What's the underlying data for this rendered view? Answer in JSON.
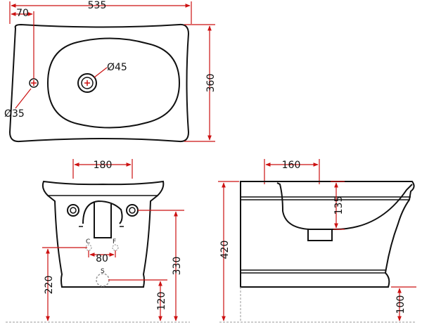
{
  "colors": {
    "outline": "#111111",
    "dimension": "#cc1111",
    "grey_dash": "#9a9a9a",
    "background": "#ffffff"
  },
  "top_view": {
    "overall_width": "535",
    "hole_offset": "70",
    "depth": "360",
    "drain_diameter": "Ø45",
    "tap_hole_diameter": "Ø35"
  },
  "front_view": {
    "width": "180",
    "inlet_spacing": "80",
    "tap_height": "330",
    "inlet_height": "220",
    "waste_height": "120",
    "label_cold": "C",
    "label_hot": "F",
    "label_waste": "S"
  },
  "side_view": {
    "drain_offset": "160",
    "bowl_depth": "135",
    "overall_height": "420",
    "base_height": "100"
  }
}
